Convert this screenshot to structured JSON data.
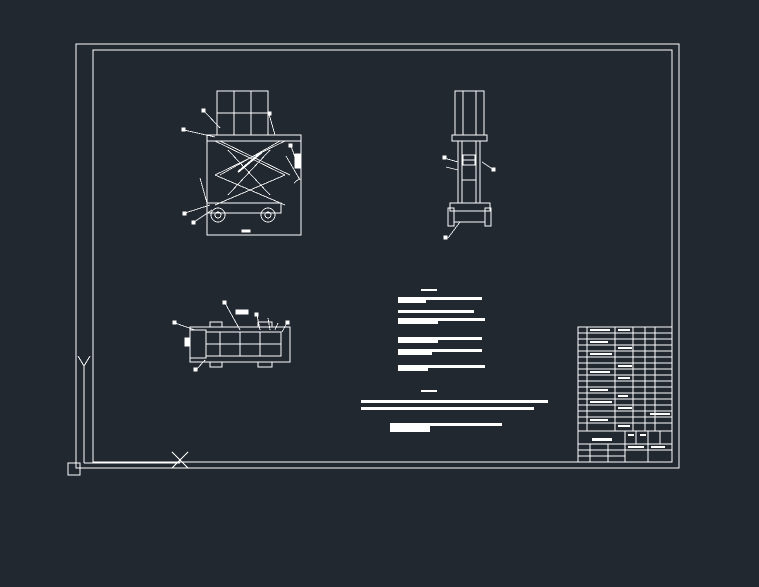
{
  "viewport": {
    "background": "#212830",
    "line_color": "#ffffff"
  },
  "ucs": {
    "icon": "ucs-axis-icon"
  },
  "drawing": {
    "views": [
      "front-elevation-view",
      "side-elevation-view",
      "plan-view"
    ],
    "notes_blocks": 2,
    "title_block": "title-block"
  }
}
